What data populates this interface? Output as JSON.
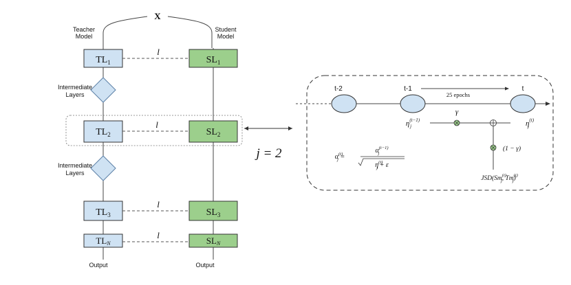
{
  "input_label": "X",
  "teacher": {
    "title_line1": "Teacher",
    "title_line2": "Model"
  },
  "student": {
    "title_line1": "Student",
    "title_line2": "Model"
  },
  "layers": {
    "tl1": "TL",
    "tl1_sub": "1",
    "sl1": "SL",
    "sl1_sub": "1",
    "tl2": "TL",
    "tl2_sub": "2",
    "sl2": "SL",
    "sl2_sub": "2",
    "tl3": "TL",
    "tl3_sub": "3",
    "sl3": "SL",
    "sl3_sub": "3",
    "tln": "TL",
    "tln_sub": "N",
    "sln": "SL",
    "sln_sub": "N"
  },
  "loss_label": "l",
  "intermediate": {
    "line1": "Intermediate",
    "line2": "Layers"
  },
  "output": {
    "teacher": "Output",
    "student": "Output"
  },
  "j_label": "j = 2",
  "detail": {
    "t_minus_2": "t-2",
    "t_minus_1": "t-1",
    "t": "t",
    "epochs": "25 epochs",
    "gamma": "γ",
    "one_minus_gamma": "(1 − γ)",
    "eta_prev": "η",
    "eta_prev_sub": "j",
    "eta_prev_sup": "(t−1)",
    "eta_cur": "η",
    "eta_cur_sub": "j",
    "eta_cur_sup": "(t)",
    "alpha_lhs": "α",
    "alpha_lhs_sub": "j",
    "alpha_lhs_sup": "(t)",
    "alpha_num": "α",
    "alpha_num_sub": "j",
    "alpha_num_sup": "(t−1)",
    "alpha_den": "η",
    "alpha_den_sub": "j",
    "alpha_den_sup": "(t)",
    "alpha_den_tail": " + ε",
    "jsd": "JSD(Sm",
    "jsd_sub1": "j",
    "jsd_sup1": "(t)",
    "jsd_mid": ", Tm",
    "jsd_sub2": "j",
    "jsd_sup2": "(t)",
    "jsd_end": ")"
  },
  "colors": {
    "teacher_box": "#cfe2f3",
    "student_box": "#9ccf8c"
  }
}
